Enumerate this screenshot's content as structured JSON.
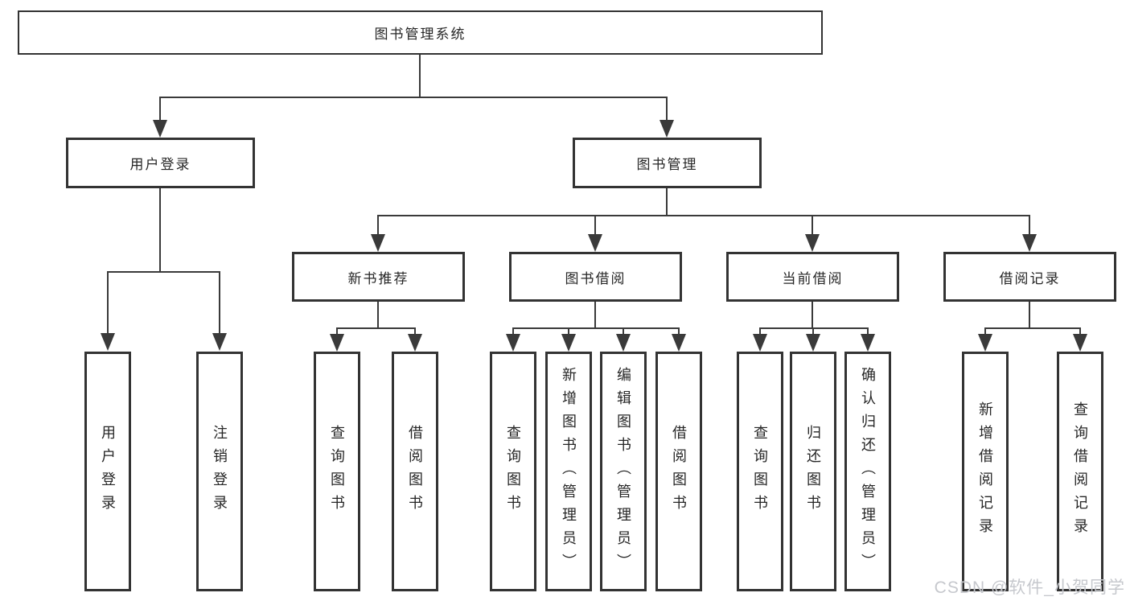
{
  "diagram": {
    "root": {
      "label": "图书管理系统"
    },
    "level2": [
      {
        "label": "用户登录"
      },
      {
        "label": "图书管理"
      }
    ],
    "level3": [
      {
        "label": "新书推荐"
      },
      {
        "label": "图书借阅"
      },
      {
        "label": "当前借阅"
      },
      {
        "label": "借阅记录"
      }
    ],
    "leaves": [
      "用户登录",
      "注销登录",
      "查询图书",
      "借阅图书",
      "查询图书",
      "新增图书（管理员）",
      "编辑图书（管理员）",
      "借阅图书",
      "查询图书",
      "归还图书",
      "确认归还（管理员）",
      "新增借阅记录",
      "查询借阅记录"
    ]
  },
  "watermark": {
    "text": "CSDN @软件_小贺同学"
  },
  "colors": {
    "line": "#3a3a3a",
    "border": "#333333",
    "text": "#262626",
    "background": "#ffffff",
    "watermark": "#c6c8cd"
  }
}
